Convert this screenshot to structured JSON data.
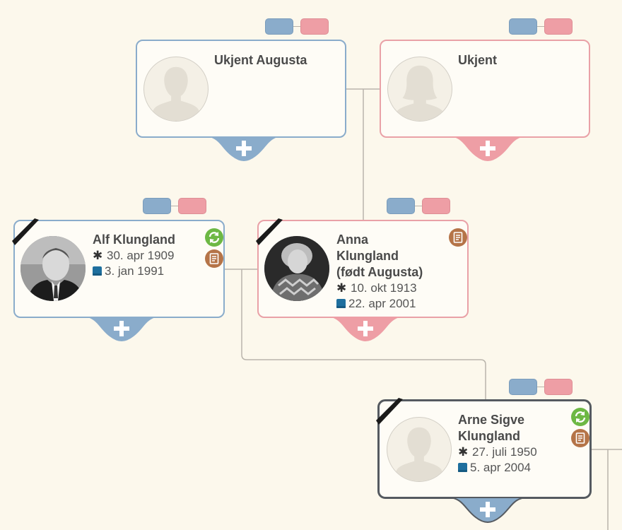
{
  "people": {
    "grandfather": {
      "name": "Ukjent Augusta"
    },
    "grandmother": {
      "name": "Ukjent"
    },
    "father": {
      "name": "Alf Klungland",
      "birth": "30. apr 1909",
      "death": "3. jan 1991"
    },
    "mother": {
      "name_lines": [
        "Anna",
        "Klungland",
        "(født Augusta)"
      ],
      "birth": "10. okt 1913",
      "death": "22. apr 2001"
    },
    "focus": {
      "name_lines": [
        "Arne Sigve",
        "Klungland"
      ],
      "birth": "27. juli 1950",
      "death": "5. apr 2004"
    }
  },
  "symbols": {
    "birth": "✱",
    "add": "+"
  },
  "icons": {
    "add": "plus-icon",
    "sync": "sync-icon",
    "sources": "document-icon",
    "mourning": "mourning-ribbon-icon",
    "silhouette_male": "person-silhouette-icon",
    "silhouette_female": "person-silhouette-icon"
  },
  "colors": {
    "background": "#fcf8ec",
    "male": "#8aaccb",
    "female": "#ee9ea5",
    "focus_border": "#555a60",
    "sync_badge": "#6db844",
    "source_badge": "#b57448",
    "connector": "#b9b4ab"
  }
}
